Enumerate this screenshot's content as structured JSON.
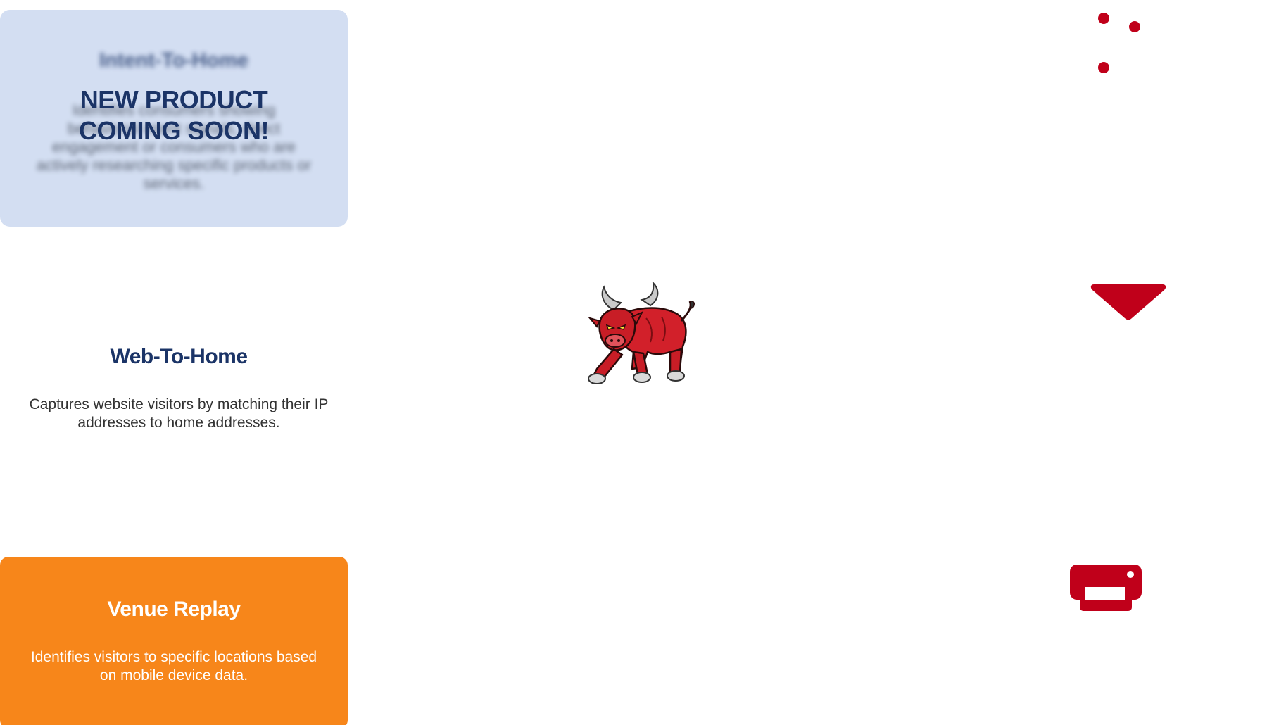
{
  "cards": {
    "intent": {
      "title": "Intent-To-Home",
      "description": "Identifies consumers showing behavioral intent signals, direct engagement or consumers who are actively researching specific products or services.",
      "overlay": "NEW PRODUCT COMING SOON!",
      "background_color": "#d3def2"
    },
    "web": {
      "title": "Web-To-Home",
      "description": "Captures website visitors by matching their IP addresses to home addresses."
    },
    "venue": {
      "title": "Venue Replay",
      "description": "Identifies visitors to specific locations based on mobile device data.",
      "background_color": "#f7861a"
    }
  },
  "mascot": {
    "icon": "bull-mascot"
  },
  "icons": {
    "dots": "dots-icon",
    "chevron": "chevron-down-icon",
    "printer": "printer-icon",
    "color": "#c0001a"
  }
}
